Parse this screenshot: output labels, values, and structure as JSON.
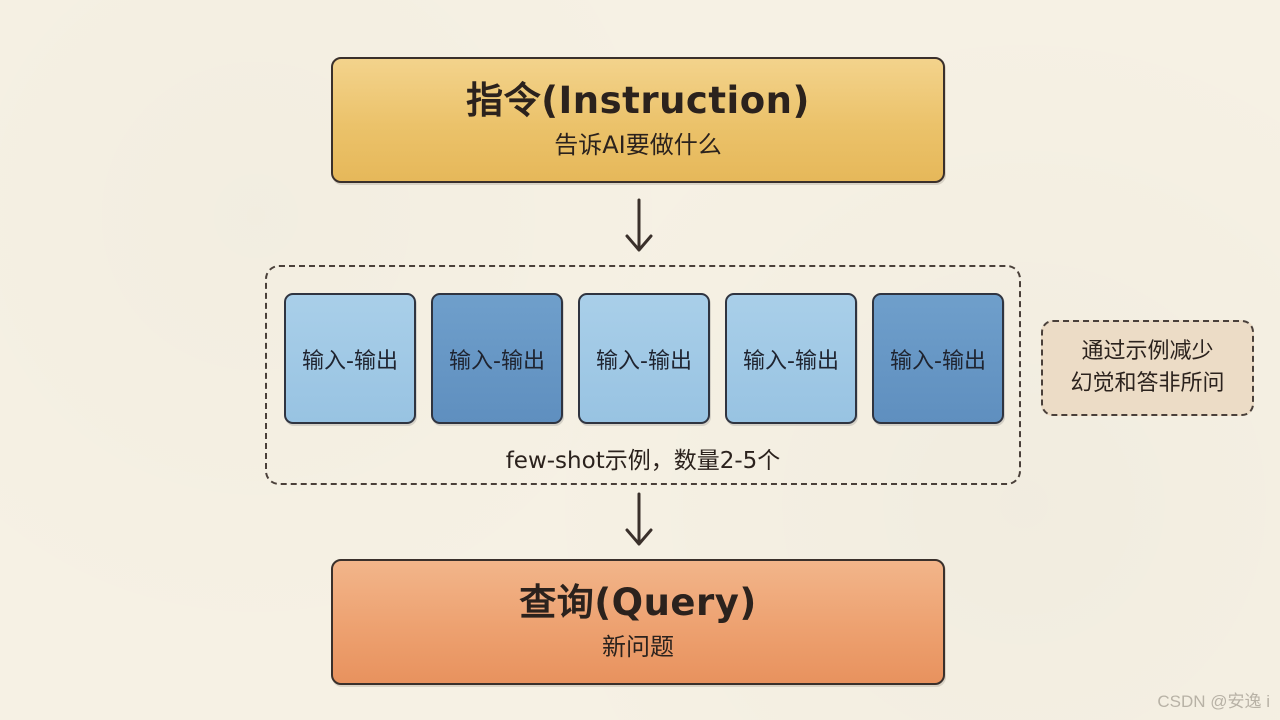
{
  "instruction": {
    "title": "指令(Instruction)",
    "subtitle": "告诉AI要做什么",
    "color": "#ebc26a"
  },
  "examples": {
    "items": [
      {
        "label": "输入-输出",
        "shade": "light"
      },
      {
        "label": "输入-输出",
        "shade": "dark"
      },
      {
        "label": "输入-输出",
        "shade": "light"
      },
      {
        "label": "输入-输出",
        "shade": "light"
      },
      {
        "label": "输入-输出",
        "shade": "dark"
      }
    ],
    "caption": "few-shot示例，数量2-5个",
    "light_color": "#98c3e2",
    "dark_color": "#5f8fbf"
  },
  "side_note": {
    "line1": "通过示例减少",
    "line2": "幻觉和答非所问"
  },
  "query": {
    "title": "查询(Query)",
    "subtitle": "新问题",
    "color": "#eda170"
  },
  "watermark": "CSDN @安逸 i"
}
